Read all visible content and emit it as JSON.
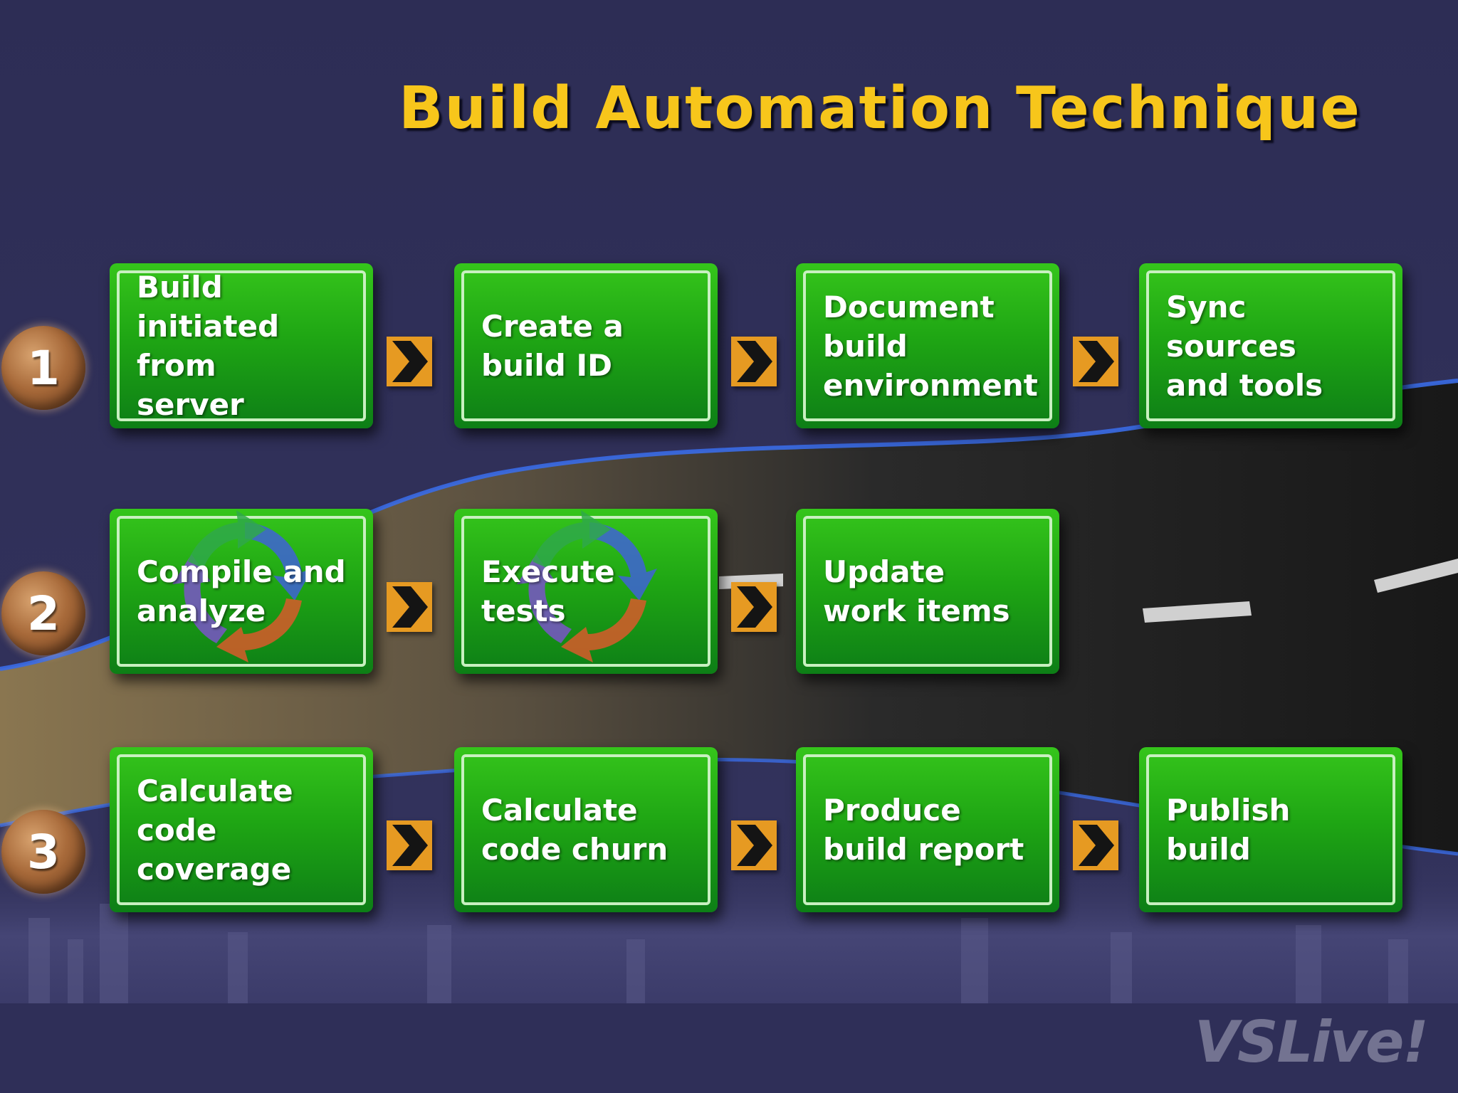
{
  "slide": {
    "title": "Build Automation Technique",
    "logo": "VSLive!"
  },
  "rows": [
    {
      "step": "1",
      "boxes": [
        {
          "label": "Build\ninitiated from\nserver",
          "cycle_icon": false
        },
        {
          "label": "Create a\nbuild ID",
          "cycle_icon": false
        },
        {
          "label": "Document\nbuild\nenvironment",
          "cycle_icon": false
        },
        {
          "label": "Sync\nsources\nand tools",
          "cycle_icon": false
        }
      ]
    },
    {
      "step": "2",
      "boxes": [
        {
          "label": "Compile and\nanalyze",
          "cycle_icon": true
        },
        {
          "label": "Execute\ntests",
          "cycle_icon": true
        },
        {
          "label": "Update\nwork items",
          "cycle_icon": false
        }
      ]
    },
    {
      "step": "3",
      "boxes": [
        {
          "label": "Calculate\ncode\ncoverage",
          "cycle_icon": false
        },
        {
          "label": "Calculate\ncode churn",
          "cycle_icon": false
        },
        {
          "label": "Produce\nbuild report",
          "cycle_icon": false
        },
        {
          "label": "Publish\nbuild",
          "cycle_icon": false
        }
      ]
    }
  ],
  "colors": {
    "background": "#2f2f58",
    "title": "#f7c61b",
    "box_green": "#1fa614",
    "arrow_orange": "#e69a22",
    "road": "#1c1c1c"
  },
  "icons": [
    "step-number-badge",
    "chevron-arrow-icon",
    "cycle-arrows-icon"
  ]
}
